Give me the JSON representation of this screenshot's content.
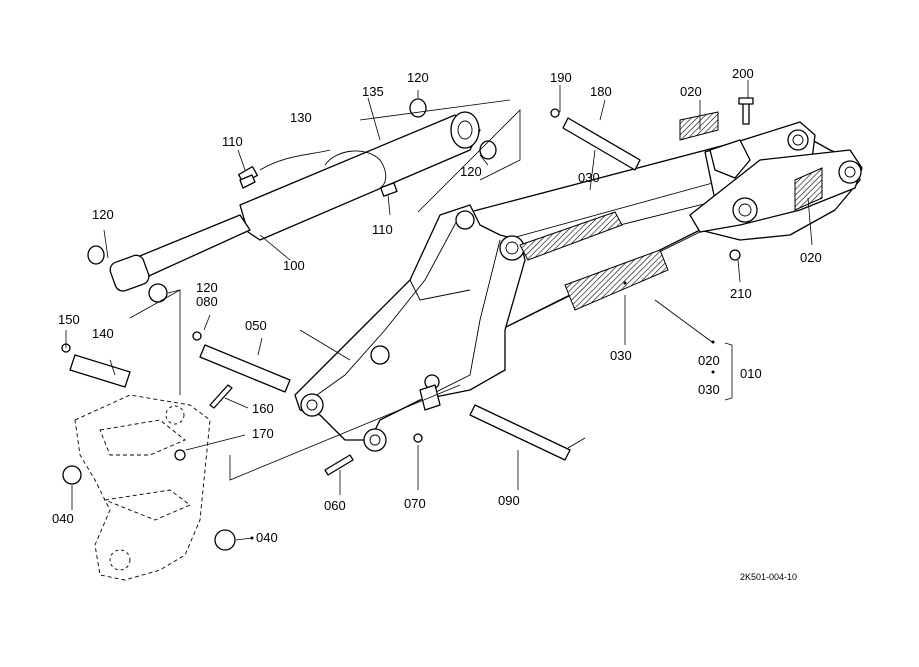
{
  "labels": {
    "l010": "010",
    "l020a": "020",
    "l020b": "020",
    "l020c": "020",
    "l030a": "030",
    "l030b": "030",
    "l030c": "030",
    "l040a": "040",
    "l040b": "040",
    "l050": "050",
    "l060": "060",
    "l070": "070",
    "l080": "080",
    "l090": "090",
    "l100": "100",
    "l110a": "110",
    "l110b": "110",
    "l120a": "120",
    "l120b": "120",
    "l120c": "120",
    "l120d": "120",
    "l130": "130",
    "l135": "135",
    "l140": "140",
    "l150": "150",
    "l160": "160",
    "l170": "170",
    "l180": "180",
    "l190": "190",
    "l200": "200",
    "l210": "210"
  },
  "reference_code": "2K501-004-10"
}
